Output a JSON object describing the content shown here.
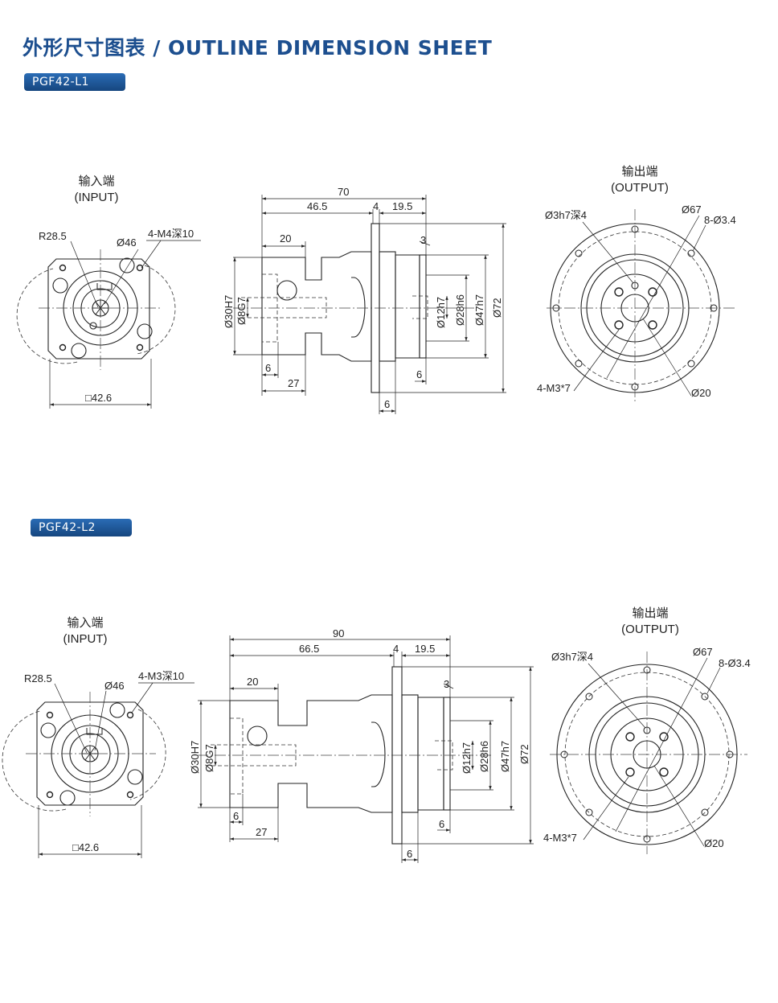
{
  "header": {
    "title": "外形尺寸图表 / OUTLINE DIMENSION SHEET"
  },
  "colors": {
    "brand": "#1d4f8f",
    "badge": "#1f5a9e",
    "line": "#222222"
  },
  "models": [
    {
      "name": "PGF42-L1",
      "input": {
        "label_cn": "输入端",
        "label_en": "(INPUT)",
        "r": "R28.5",
        "d": "Ø46",
        "holes": "4-M4深10",
        "square": "□42.6"
      },
      "side": {
        "length": "70",
        "l1": "46.5",
        "l2": "4",
        "l3": "19.5",
        "l4": "20",
        "l5": "3",
        "l6": "6",
        "l7": "27",
        "l8": "6",
        "l9": "6",
        "d1": "Ø30H7",
        "d2": "Ø8G7",
        "d3": "Ø12h7",
        "d4": "Ø28h6",
        "d5": "Ø47h7",
        "d6": "Ø72"
      },
      "output": {
        "label_cn": "输出端",
        "label_en": "(OUTPUT)",
        "pin": "Ø3h7深4",
        "pcd": "Ø67",
        "holes": "8-Ø3.4",
        "tap": "4-M3*7",
        "bore": "Ø20"
      }
    },
    {
      "name": "PGF42-L2",
      "input": {
        "label_cn": "输入端",
        "label_en": "(INPUT)",
        "r": "R28.5",
        "d": "Ø46",
        "holes": "4-M3深10",
        "square": "□42.6"
      },
      "side": {
        "length": "90",
        "l1": "66.5",
        "l2": "4",
        "l3": "19.5",
        "l4": "20",
        "l5": "3",
        "l6": "6",
        "l7": "27",
        "l8": "6",
        "l9": "6",
        "d1": "Ø30H7",
        "d2": "Ø8G7",
        "d3": "Ø12h7",
        "d4": "Ø28h6",
        "d5": "Ø47h7",
        "d6": "Ø72"
      },
      "output": {
        "label_cn": "输出端",
        "label_en": "(OUTPUT)",
        "pin": "Ø3h7深4",
        "pcd": "Ø67",
        "holes": "8-Ø3.4",
        "tap": "4-M3*7",
        "bore": "Ø20"
      }
    }
  ]
}
